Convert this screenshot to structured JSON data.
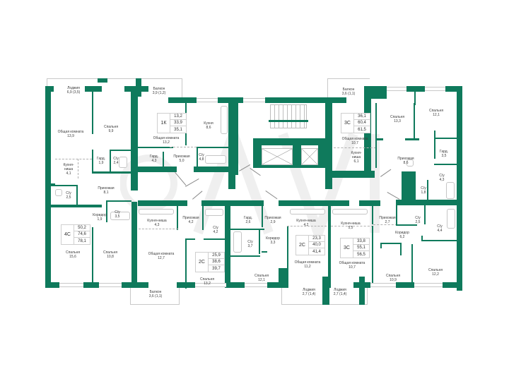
{
  "plan": {
    "title": "Floor plan",
    "wall_color": "#0f7a5c",
    "background": "#ffffff"
  },
  "apartments": [
    {
      "id": "apt-1k",
      "type": "1К",
      "living_area": "13,2",
      "total_area": "33,9",
      "total_area_with_balcony": "35,1",
      "rooms": [
        {
          "name": "Балкон",
          "area": "3,9 (1,2)"
        },
        {
          "name": "Общая комната",
          "area": "13,2"
        },
        {
          "name": "Кухня",
          "area": "8,6"
        },
        {
          "name": "Гард.",
          "area": "4,3"
        },
        {
          "name": "Прихожая",
          "area": "5,0"
        },
        {
          "name": "С/у",
          "area": "4,8"
        }
      ]
    },
    {
      "id": "apt-3c-top",
      "type": "3С",
      "living_area": "36,1",
      "total_area": "60,4",
      "total_area_with_balcony": "61,5",
      "rooms": [
        {
          "name": "Балкон",
          "area": "3,6 (1,1)"
        },
        {
          "name": "Общая комната",
          "area": "10,7"
        },
        {
          "name": "Кухня-ниша",
          "area": "6,1"
        },
        {
          "name": "Спальня",
          "area": "13,3"
        },
        {
          "name": "Спальня",
          "area": "12,1"
        },
        {
          "name": "Прихожая",
          "area": "8,6"
        },
        {
          "name": "Гард.",
          "area": "3,5"
        },
        {
          "name": "С/у",
          "area": "4,3"
        },
        {
          "name": "С/у",
          "area": "1,8"
        }
      ]
    },
    {
      "id": "apt-4c",
      "type": "4С",
      "living_area": "50,2",
      "total_area": "74,6",
      "total_area_with_balcony": "78,1",
      "rooms": [
        {
          "name": "Лоджия",
          "area": "6,9 (3,5)"
        },
        {
          "name": "Общая комната",
          "area": "13,9"
        },
        {
          "name": "Спальня",
          "area": "9,9"
        },
        {
          "name": "Кухня-ниша",
          "area": "4,1"
        },
        {
          "name": "Гард.",
          "area": "1,9"
        },
        {
          "name": "С/у",
          "area": "2,4"
        },
        {
          "name": "Прихожая",
          "area": "8,1"
        },
        {
          "name": "С/у",
          "area": "2,5"
        },
        {
          "name": "Коридор",
          "area": "1,9"
        },
        {
          "name": "С/у",
          "area": "3,5"
        },
        {
          "name": "Спальня",
          "area": "15,6"
        },
        {
          "name": "Спальня",
          "area": "10,8"
        }
      ]
    },
    {
      "id": "apt-2c-a",
      "type": "2С",
      "living_area": "25,9",
      "total_area": "38,6",
      "total_area_with_balcony": "39,7",
      "rooms": [
        {
          "name": "Кухня-ниша",
          "area": "4,3"
        },
        {
          "name": "Прихожая",
          "area": "4,2"
        },
        {
          "name": "С/у",
          "area": "4,2"
        },
        {
          "name": "Общая комната",
          "area": "12,7"
        },
        {
          "name": "Спальня",
          "area": "13,2"
        },
        {
          "name": "Балкон",
          "area": "3,6 (1,1)"
        }
      ]
    },
    {
      "id": "apt-2c-b",
      "type": "2С",
      "living_area": "23,3",
      "total_area": "40,0",
      "total_area_with_balcony": "41,4",
      "rooms": [
        {
          "name": "Гард.",
          "area": "2,6"
        },
        {
          "name": "Прихожая",
          "area": "2,9"
        },
        {
          "name": "Кухня-ниша",
          "area": "4,2"
        },
        {
          "name": "С/у",
          "area": "3,7"
        },
        {
          "name": "Коридор",
          "area": "3,3"
        },
        {
          "name": "Общая комната",
          "area": "11,2"
        },
        {
          "name": "Спальня",
          "area": "12,1"
        },
        {
          "name": "Лоджия",
          "area": "2,7 (1,4)"
        }
      ]
    },
    {
      "id": "apt-3c-bottom",
      "type": "3С",
      "living_area": "33,8",
      "total_area": "55,1",
      "total_area_with_balcony": "56,5",
      "rooms": [
        {
          "name": "Кухня-ниша",
          "area": "5,5"
        },
        {
          "name": "Прихожая",
          "area": "2,7"
        },
        {
          "name": "С/у",
          "area": "2,5"
        },
        {
          "name": "С/у",
          "area": "4,4"
        },
        {
          "name": "Коридор",
          "area": "6,2"
        },
        {
          "name": "Общая комната",
          "area": "10,7"
        },
        {
          "name": "Спальня",
          "area": "10,9"
        },
        {
          "name": "Спальня",
          "area": "12,2"
        },
        {
          "name": "Лоджия",
          "area": "2,7 (1,4)"
        }
      ]
    }
  ],
  "labels": {
    "l_4c_loggia": [
      "Лоджия",
      "6,9 (3,5)"
    ],
    "l_4c_living": [
      "Общая комната",
      "13,9"
    ],
    "l_4c_bed1": [
      "Спальня",
      "9,9"
    ],
    "l_4c_kitchen": [
      "Кухня-",
      "ниша",
      "4,1"
    ],
    "l_4c_gard": [
      "Гард.",
      "1,9"
    ],
    "l_4c_wc1": [
      "С/у",
      "2,4"
    ],
    "l_4c_hall": [
      "Прихожая",
      "8,1"
    ],
    "l_4c_wc2": [
      "С/у",
      "2,5"
    ],
    "l_4c_corr": [
      "Коридор",
      "1,9"
    ],
    "l_4c_wc3": [
      "С/у",
      "3,5"
    ],
    "l_4c_bed2": [
      "Спальня",
      "15,6"
    ],
    "l_4c_bed3": [
      "Спальня",
      "10,8"
    ],
    "l_1k_balc": [
      "Балкон",
      "3,9 (1,2)"
    ],
    "l_1k_living": [
      "Общая комната",
      "13,2"
    ],
    "l_1k_kitchen": [
      "Кухня",
      "8,6"
    ],
    "l_1k_gard": [
      "Гард.",
      "4,3"
    ],
    "l_1k_hall": [
      "Прихожая",
      "5,0"
    ],
    "l_1k_wc": [
      "С/у",
      "4,8"
    ],
    "l_3t_balc": [
      "Балкон",
      "3,6 (1,1)"
    ],
    "l_3t_living": [
      "Общая комната",
      "10,7"
    ],
    "l_3t_kitchen": [
      "Кухня-",
      "ниша",
      "6,1"
    ],
    "l_3t_bed1": [
      "Спальня",
      "13,3"
    ],
    "l_3t_bed2": [
      "Спальня",
      "12,1"
    ],
    "l_3t_hall": [
      "Прихожая",
      "8,6"
    ],
    "l_3t_gard": [
      "Гард.",
      "3,5"
    ],
    "l_3t_wc1": [
      "С/у",
      "4,3"
    ],
    "l_3t_wc2": [
      "С/у",
      "1,8"
    ],
    "l_2a_kitchen": [
      "Кухня-ниша",
      "4,3"
    ],
    "l_2a_hall": [
      "Прихожая",
      "4,2"
    ],
    "l_2a_wc": [
      "С/у",
      "4,2"
    ],
    "l_2a_living": [
      "Общая комната",
      "12,7"
    ],
    "l_2a_bed": [
      "Спальня",
      "13,2"
    ],
    "l_2a_balc": [
      "Балкон",
      "3,6 (1,1)"
    ],
    "l_2b_gard": [
      "Гард.",
      "2,6"
    ],
    "l_2b_hall": [
      "Прихожая",
      "2,9"
    ],
    "l_2b_kitchen": [
      "Кухня-ниша",
      "4,2"
    ],
    "l_2b_wc": [
      "С/у",
      "3,7"
    ],
    "l_2b_corr": [
      "Коридор",
      "3,3"
    ],
    "l_2b_living": [
      "Общая комната",
      "11,2"
    ],
    "l_2b_bed": [
      "Спальня",
      "12,1"
    ],
    "l_2b_loggia": [
      "Лоджия",
      "2,7 (1,4)"
    ],
    "l_3b_kitchen": [
      "Кухня-ниша",
      "5,5"
    ],
    "l_3b_hall": [
      "Прихожая",
      "2,7"
    ],
    "l_3b_wc1": [
      "С/у",
      "2,5"
    ],
    "l_3b_wc2": [
      "С/у",
      "4,4"
    ],
    "l_3b_corr": [
      "Коридор",
      "6,2"
    ],
    "l_3b_living": [
      "Общая комната",
      "10,7"
    ],
    "l_3b_bed1": [
      "Спальня",
      "10,9"
    ],
    "l_3b_bed2": [
      "Спальня",
      "12,2"
    ],
    "l_3b_loggia": [
      "Лоджия",
      "2,7 (1,4)"
    ]
  },
  "icons": {
    "stairs": "stairs-icon",
    "elevator": "elevator-icon"
  }
}
